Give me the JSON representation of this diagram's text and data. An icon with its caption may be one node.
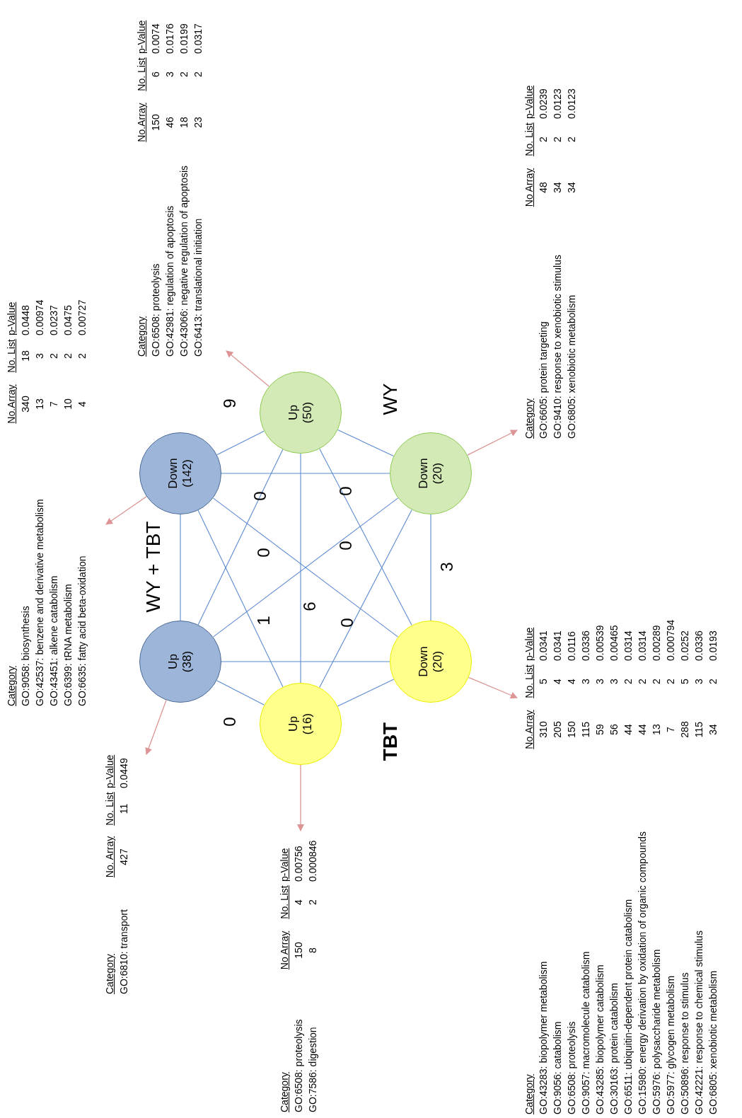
{
  "diagram": {
    "nodes": [
      {
        "text": [
          "Down (142)"
        ]
      },
      {
        "text": [
          "Up (38)"
        ]
      },
      {
        "text": [
          "Up (50)"
        ]
      },
      {
        "text": [
          "Down (20)"
        ]
      },
      {
        "text": [
          "Down (20)"
        ]
      },
      {
        "text": [
          "Up (16)"
        ]
      },
      {
        "text": [
          "Category",
          "No.Array",
          "No. List",
          "p-Value",
          "GO:9058: biosynthesis",
          "340",
          "18",
          "0.0448",
          "GO:42537: benzene and derivative metabolism",
          "13",
          "3",
          "0.00974",
          "GO:43451: alkene catabolism",
          "7",
          "2",
          "0.0237",
          "GO:6399: tRNA metabolism",
          "10",
          "2",
          "0.0475",
          "GO:6635: fatty acid beta-oxidation",
          "4",
          "2",
          "0.00727"
        ]
      },
      {
        "text": [
          "Category",
          "No.Array",
          "No. List",
          "p-Value",
          "GO:6508: proteolysis",
          "150",
          "6",
          "0.0074",
          "GO:42981: regulation of apoptosis",
          "46",
          "3",
          "0.0176",
          "GO:43066: negative regulation of apoptosis",
          "18",
          "2",
          "0.0199",
          "GO:6413: translational initiation",
          "23",
          "2",
          "0.0317"
        ]
      },
      {
        "text": [
          "Category",
          "No Array",
          "No. List",
          "p-Value",
          "GO:6605: protein targeting",
          "48",
          "2",
          "0.0239",
          "GO:9410: response to xenobiotic stimulus",
          "34",
          "2",
          "0.0123",
          "GO:6805: xenobiotic metabolism",
          "34",
          "2",
          "0.0123"
        ]
      },
      {
        "text": [
          "Category",
          "No.Array",
          "No. List",
          "p-Value",
          "GO:43283: biopolymer metabolism",
          "310",
          "5",
          "0.0341",
          "GO:9056: catabolism",
          "205",
          "4",
          "0.0341",
          "GO:6508: proteolysis",
          "150",
          "4",
          "0.0116",
          "GO:9057: macromolecule catabolism",
          "115",
          "3",
          "0.0336",
          "GO:43285: biopolymer catabolism",
          "59",
          "3",
          "0.00539",
          "GO:30163: protein catabolism",
          "56",
          "3",
          "0.00465",
          "GO:6511: ubiquitin-dependent protein catabolism",
          "44",
          "2",
          "0.0314",
          "GO:15980: energy derivation by oxidation of organic compounds",
          "44",
          "2",
          "0.0314",
          "GO:5976: polysaccharide metabolism",
          "13",
          "2",
          "0.00289",
          "GO:5977: glycogen metabolism",
          "7",
          "2",
          "0.000794",
          "GO:50896: response to stimulus",
          "288",
          "5",
          "0.0252",
          "GO:42221: response to chemical stimulus",
          "115",
          "3",
          "0.0336",
          "GO:6805: xenobiotic metabolism",
          "34",
          "2",
          "0.0193"
        ]
      },
      {
        "text": [
          "Category",
          "No. Array",
          "No. List",
          "p-Value",
          "GO:6810: transport",
          "427",
          "11",
          "0.0449"
        ]
      },
      {
        "text": [
          "Category",
          "No Array",
          "No. List",
          "p-Value",
          "GO:6508: proteolysis",
          "150",
          "4",
          "0.00756",
          "GO:7586: digestion",
          "8",
          "2",
          "0.000846"
        ]
      }
    ],
    "edges": [
      {
        "from": 0,
        "to": 1,
        "arrow": "none"
      },
      {
        "from": 0,
        "to": 2,
        "arrow": "none"
      },
      {
        "from": 0,
        "to": 3,
        "arrow": "none"
      },
      {
        "from": 0,
        "to": 4,
        "arrow": "none"
      },
      {
        "from": 0,
        "to": 5,
        "arrow": "none"
      },
      {
        "from": 1,
        "to": 2,
        "arrow": "none"
      },
      {
        "from": 1,
        "to": 3,
        "arrow": "none"
      },
      {
        "from": 1,
        "to": 4,
        "arrow": "none"
      },
      {
        "from": 1,
        "to": 5,
        "arrow": "none"
      },
      {
        "from": 2,
        "to": 3,
        "arrow": "none"
      },
      {
        "from": 2,
        "to": 4,
        "arrow": "none"
      },
      {
        "from": 2,
        "to": 5,
        "arrow": "none"
      },
      {
        "from": 3,
        "to": 4,
        "arrow": "none"
      },
      {
        "from": 3,
        "to": 5,
        "arrow": "none"
      },
      {
        "from": 4,
        "to": 5,
        "arrow": "none"
      },
      {
        "from": 0,
        "to": 6,
        "arrow": "to",
        "color": "#dc9494"
      },
      {
        "from": 2,
        "to": 7,
        "arrow": "to",
        "color": "#dc9494"
      },
      {
        "from": 3,
        "to": 8,
        "arrow": "to",
        "color": "#dc9494"
      },
      {
        "from": 4,
        "to": 9,
        "arrow": "to",
        "color": "#dc9494"
      },
      {
        "from": 1,
        "to": 10,
        "arrow": "to",
        "color": "#dc9494"
      },
      {
        "from": 5,
        "to": 11,
        "arrow": "to",
        "color": "#dc9494"
      }
    ],
    "labels": [
      "WY + TBT",
      "WY",
      "TBT",
      "9",
      "0",
      "0",
      "0",
      "0",
      "1",
      "6",
      "0",
      "0",
      "3"
    ]
  }
}
